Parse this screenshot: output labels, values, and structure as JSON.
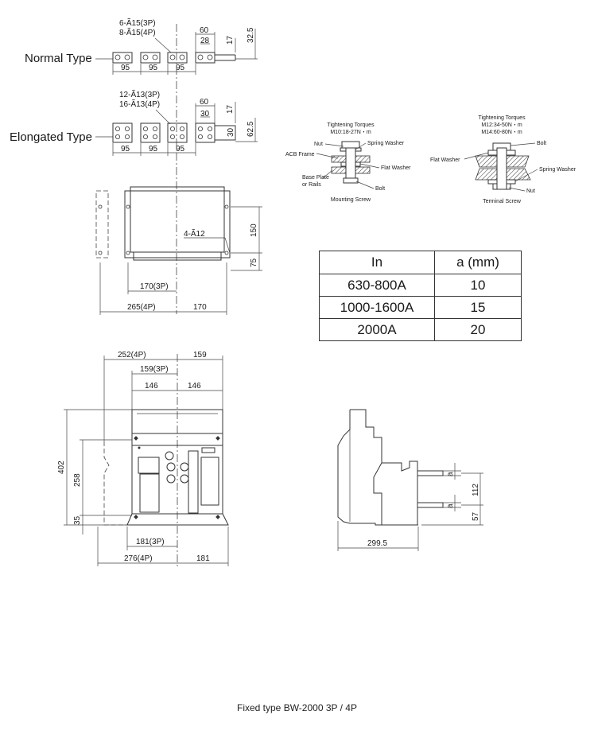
{
  "labels": {
    "normal_type": "Normal Type",
    "elongated_type": "Elongated Type",
    "caption": "Fixed type BW-2000 3P / 4P"
  },
  "normal": {
    "holes_3p": "6-Ã15(3P)",
    "holes_4p": "8-Ã15(4P)",
    "d60": "60",
    "d28": "28",
    "d17": "17",
    "d325": "32.5",
    "pitch": "95"
  },
  "elongated": {
    "holes_3p": "12-Ã13(3P)",
    "holes_4p": "16-Ã13(4P)",
    "d60": "60",
    "d30": "30",
    "d17": "17",
    "d30v": "30",
    "d625": "62.5",
    "pitch": "95"
  },
  "base_view": {
    "holes": "4-Ã12",
    "d150": "150",
    "d75": "75",
    "d170_3p": "170(3P)",
    "d265_4p": "265(4P)",
    "d170": "170"
  },
  "mounting": {
    "torque_title": "Tightening Torques",
    "torque_value": "M10:18-27N・m",
    "nut": "Nut",
    "acb_frame": "ACB Frame",
    "base_plate": "Base Plate",
    "or_rails": "or Rails",
    "spring_washer": "Spring Washer",
    "flat_washer": "Flat Washer",
    "bolt": "Bolt",
    "title": "Mounting Screw"
  },
  "terminal": {
    "torque_title": "Tightening Torques",
    "torque_m12": "M12:34-50N・m",
    "torque_m14": "M14:60-80N・m",
    "bolt": "Bolt",
    "flat_washer": "Flat Washer",
    "spring_washer": "Spring Washer",
    "nut": "Nut",
    "title": "Terminal Screw"
  },
  "table": {
    "headers": [
      "In",
      "a (mm)"
    ],
    "rows": [
      [
        "630-800A",
        "10"
      ],
      [
        "1000-1600A",
        "15"
      ],
      [
        "2000A",
        "20"
      ]
    ]
  },
  "front_view": {
    "d252_4p": "252(4P)",
    "d159": "159",
    "d159_3p": "159(3P)",
    "d146a": "146",
    "d146b": "146",
    "d402": "402",
    "d258": "258",
    "d35": "35",
    "d181_3p": "181(3P)",
    "d276_4p": "276(4P)",
    "d181": "181"
  },
  "side_view": {
    "a1": "a",
    "a2": "a",
    "d112": "112",
    "d57": "57",
    "d2995": "299.5"
  }
}
